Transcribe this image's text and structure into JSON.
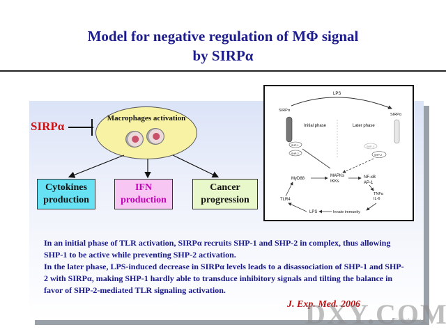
{
  "title": {
    "line1": "Model for negative regulation of MΦ signal",
    "line2": "by SIRPα"
  },
  "model": {
    "inhibitor": "SIRPα",
    "center": "Macrophages activation",
    "outputs": [
      {
        "line1": "Cytokines",
        "line2": "production"
      },
      {
        "line1": "IFN",
        "line2": "production"
      },
      {
        "line1": "Cancer",
        "line2": "progression"
      }
    ]
  },
  "mechanism": {
    "lps_top": "LPS",
    "sirpa_left": "SIRPα",
    "sirpa_right": "SIRPα",
    "initial_phase": "Initial phase",
    "later_phase": "Later phase",
    "shp1": "SHP-1",
    "shp2": "SHP-2",
    "myd88": "MyD88",
    "mapks": "MAPKs",
    "ikks": "IKKs",
    "nfkb": "NF-κB",
    "ap1": "AP-1",
    "tnfa": "TNFα",
    "il6": "IL-6",
    "tlr4": "TLR4",
    "lps_bottom": "LPS",
    "innate": "Innate immunity"
  },
  "body": {
    "paragraph1": "In an initial phase of TLR activation, SIRPα recruits SHP-1 and SHP-2 in complex, thus allowing SHP-1 to be active while preventing SHP-2 activation.",
    "paragraph2": "In the later phase, LPS-induced decrease in SIRPα levels leads to a disassociation of SHP-1 and SHP-2 with SIRPα, making SHP-1 hardly able to transduce inhibitory signals and tilting the balance in favor of SHP-2-mediated TLR signaling activation."
  },
  "citation": "J. Exp. Med. 2006",
  "watermark": {
    "text": "DXY.COM",
    "small": "Biotech.dxy.cn"
  },
  "colors": {
    "title": "#1c1c8c",
    "inhibitor": "#cc1010",
    "ellipse": "#f8f3a4",
    "cytokines_box": "#67e2f4",
    "ifn_box": "#f7c6f2",
    "cancer_box": "#e9f8cb",
    "body_text": "#1a1a8c",
    "citation": "#b81010"
  }
}
